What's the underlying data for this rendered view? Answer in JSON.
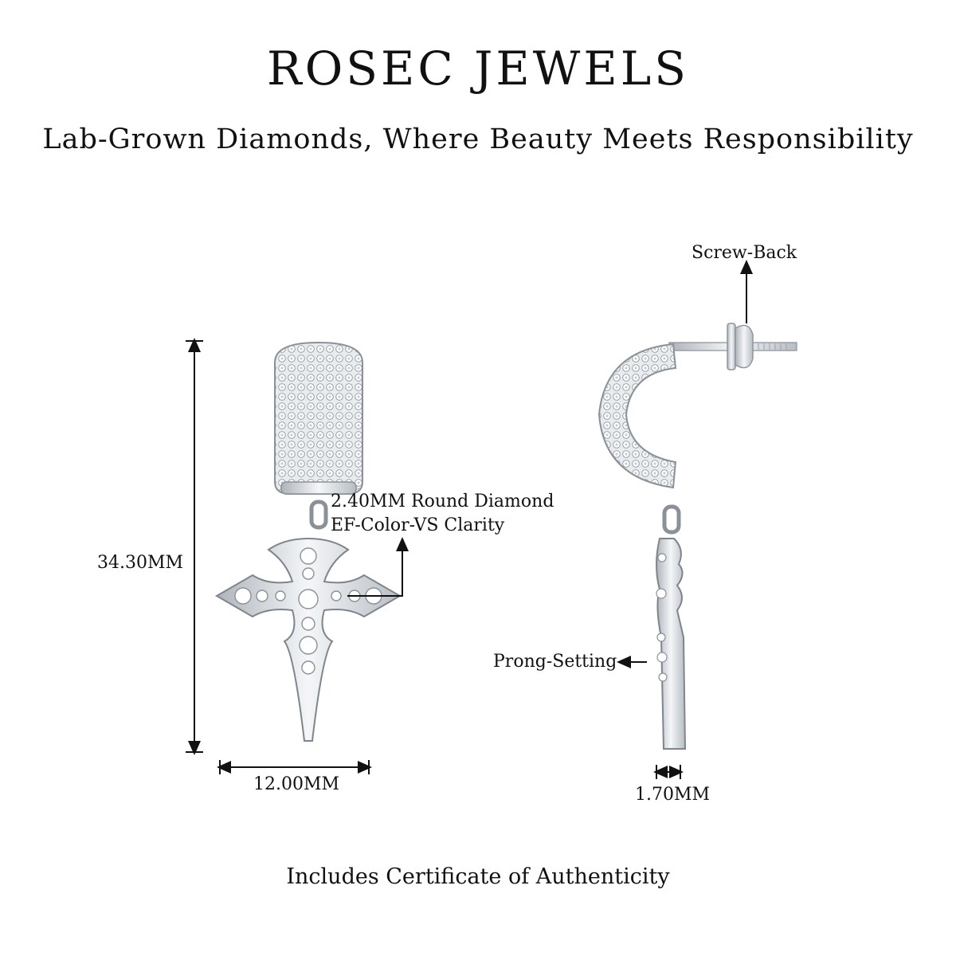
{
  "header": {
    "brand": "ROSEC JEWELS",
    "tagline": "Lab-Grown Diamonds, Where Beauty Meets Responsibility"
  },
  "front_view": {
    "height_label": "34.30MM",
    "width_label": "12.00MM",
    "stone_label_line1": "2.40MM Round Diamond",
    "stone_label_line2": "EF-Color-VS Clarity"
  },
  "side_view": {
    "back_label": "Screw-Back",
    "setting_label": "Prong-Setting",
    "thickness_label": "1.70MM"
  },
  "footer": {
    "certificate": "Includes Certificate of Authenticity"
  },
  "colors": {
    "metal": "#d9dde2",
    "metal_dark": "#9aa1a9",
    "ink": "#111111"
  }
}
